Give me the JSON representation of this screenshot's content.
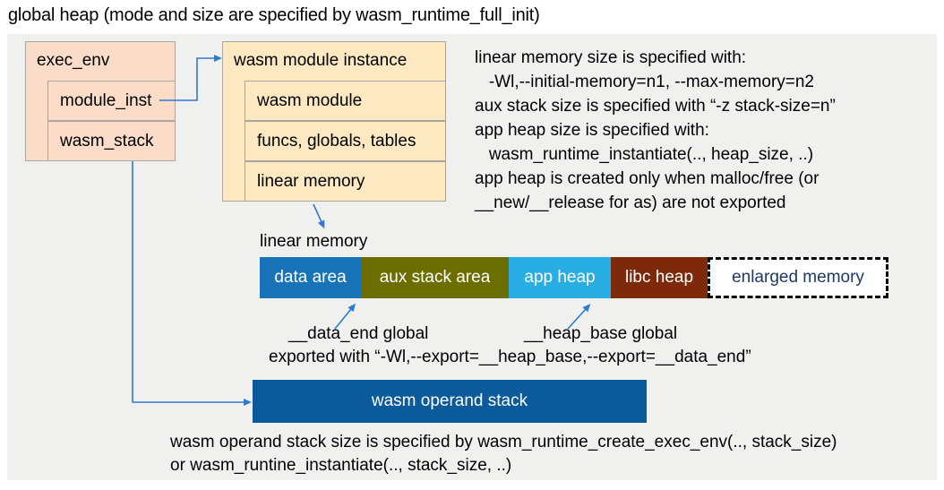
{
  "title": "global heap (mode and size are specified by wasm_runtime_full_init)",
  "exec_env": {
    "label": "exec_env",
    "children": [
      {
        "label": "module_inst"
      },
      {
        "label": "wasm_stack"
      }
    ]
  },
  "module_instance": {
    "label": "wasm module instance",
    "children": [
      {
        "label": "wasm module"
      },
      {
        "label": "funcs, globals, tables"
      },
      {
        "label": "linear memory"
      }
    ]
  },
  "notes_right": {
    "lines": [
      "linear memory size is specified with:",
      "   -Wl,--initial-memory=n1, --max-memory=n2",
      "aux stack size is specified with “-z stack-size=n”",
      "app heap size is specified with:",
      "   wasm_runtime_instantiate(.., heap_size, ..)",
      "app heap is created only when malloc/free (or",
      "__new/__release for as) are not exported"
    ]
  },
  "linear_memory": {
    "label": "linear memory",
    "segments": [
      {
        "label": "data area",
        "color": "#1973b8"
      },
      {
        "label": "aux stack area",
        "color": "#6c6e00"
      },
      {
        "label": "app heap",
        "color": "#29aee4"
      },
      {
        "label": "libc heap",
        "color": "#7e2a0a"
      },
      {
        "label": "enlarged memory",
        "color": "#ffffff",
        "border": "dashed",
        "text_color": "#1f3864"
      }
    ]
  },
  "annotations": {
    "data_end": "__data_end global",
    "heap_base": "__heap_base global",
    "exported": "exported with “-Wl,--export=__heap_base,--export=__data_end”"
  },
  "operand_stack": {
    "label": "wasm operand stack",
    "color": "#0a5a9c"
  },
  "notes_bottom": {
    "lines": [
      "wasm operand stack size is specified by wasm_runtime_create_exec_env(.., stack_size)",
      "or wasm_runtine_instantiate(.., stack_size, ..)"
    ]
  },
  "colors": {
    "panel_bg": "#f0f0ef",
    "struct_box_salmon": "#fadcc9",
    "struct_box_cream": "#fce9c1",
    "struct_box_border": "#a9a6a2",
    "connector_blue": "#2b7bd0"
  }
}
